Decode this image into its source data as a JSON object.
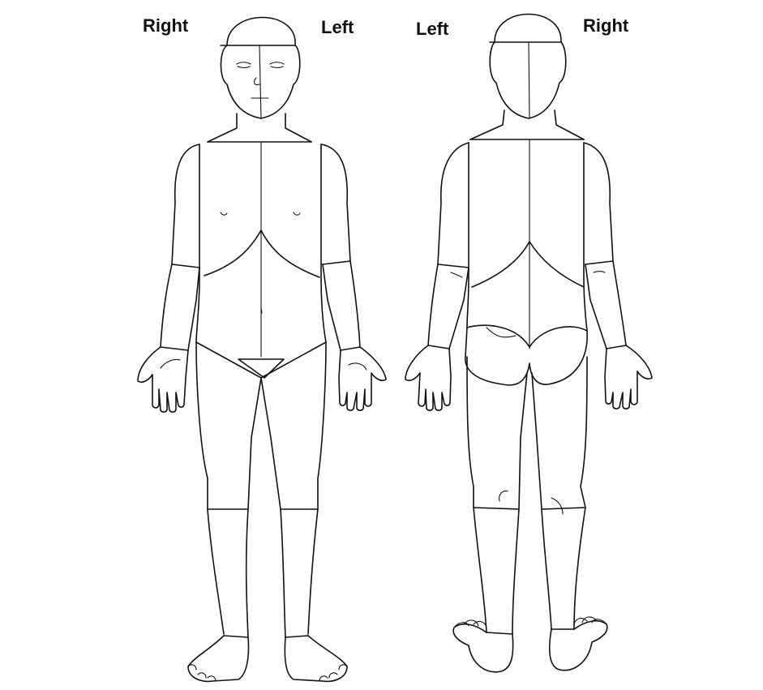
{
  "labels": {
    "front_right": "Right",
    "front_left": "Left",
    "back_left": "Left",
    "back_right": "Right"
  },
  "colors": {
    "ink": "#111111",
    "paper": "#ffffff"
  }
}
